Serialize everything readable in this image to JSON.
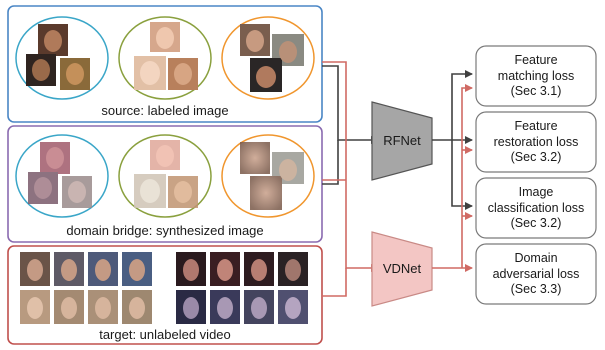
{
  "panels": {
    "source": {
      "caption": "source: labeled image",
      "border": "#4a86c5"
    },
    "bridge": {
      "caption": "domain bridge: synthesized image",
      "border": "#8a6bb0"
    },
    "target": {
      "caption": "target: unlabeled video",
      "border": "#c0504d"
    }
  },
  "ellipse_colors": {
    "first": "#3aa6c8",
    "second": "#8aa03e",
    "third": "#f0962e"
  },
  "networks": {
    "rfnet": {
      "label": "RFNet",
      "fill": "#a6a6a6"
    },
    "vdnet": {
      "label": "VDNet",
      "fill": "#f3c6c4"
    }
  },
  "arrow_colors": {
    "dark": "#404040",
    "red": "#d06a64"
  },
  "losses": [
    {
      "line1": "Feature",
      "line2": "matching loss",
      "line3": "(Sec 3.1)"
    },
    {
      "line1": "Feature",
      "line2": "restoration loss",
      "line3": "(Sec 3.2)"
    },
    {
      "line1": "Image",
      "line2": "classification loss",
      "line3": "(Sec 3.2)"
    },
    {
      "line1": "Domain",
      "line2": "adversarial loss",
      "line3": "(Sec 3.3)"
    }
  ]
}
